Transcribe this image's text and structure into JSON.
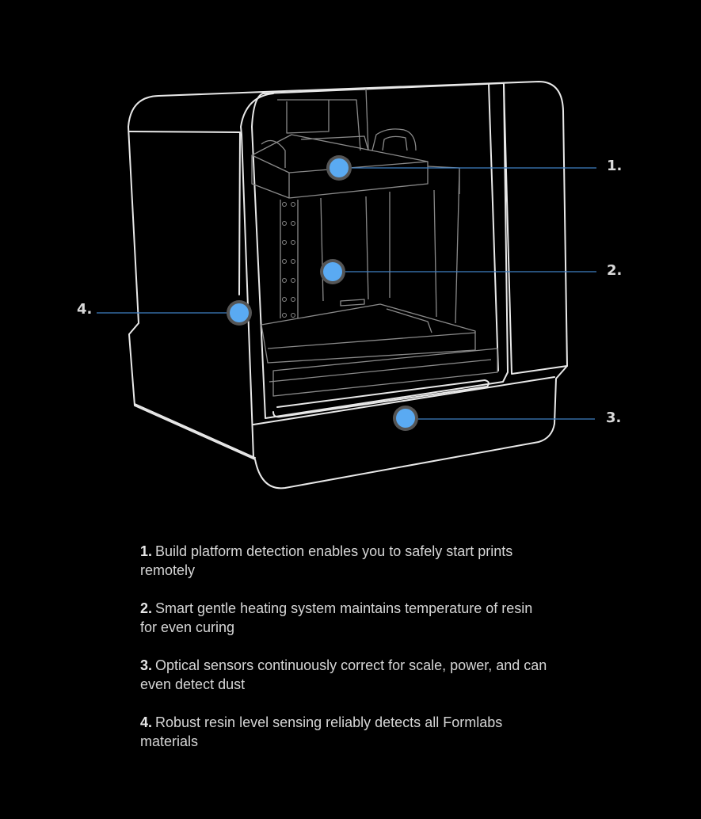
{
  "theme": {
    "background": "#000000",
    "line": "#e8e8e8",
    "accent": "#5aaaf2",
    "leader": "#3f7fc4"
  },
  "callouts": [
    {
      "label": "1.",
      "text": "Build platform detection enables you to safely start prints remotely"
    },
    {
      "label": "2.",
      "text": "Smart gentle heating system maintains temperature of resin for even curing"
    },
    {
      "label": "3.",
      "text": "Optical sensors continuously correct for scale, power, and can even detect dust"
    },
    {
      "label": "4.",
      "text": "Robust resin level sensing reliably detects all Formlabs materials"
    }
  ]
}
